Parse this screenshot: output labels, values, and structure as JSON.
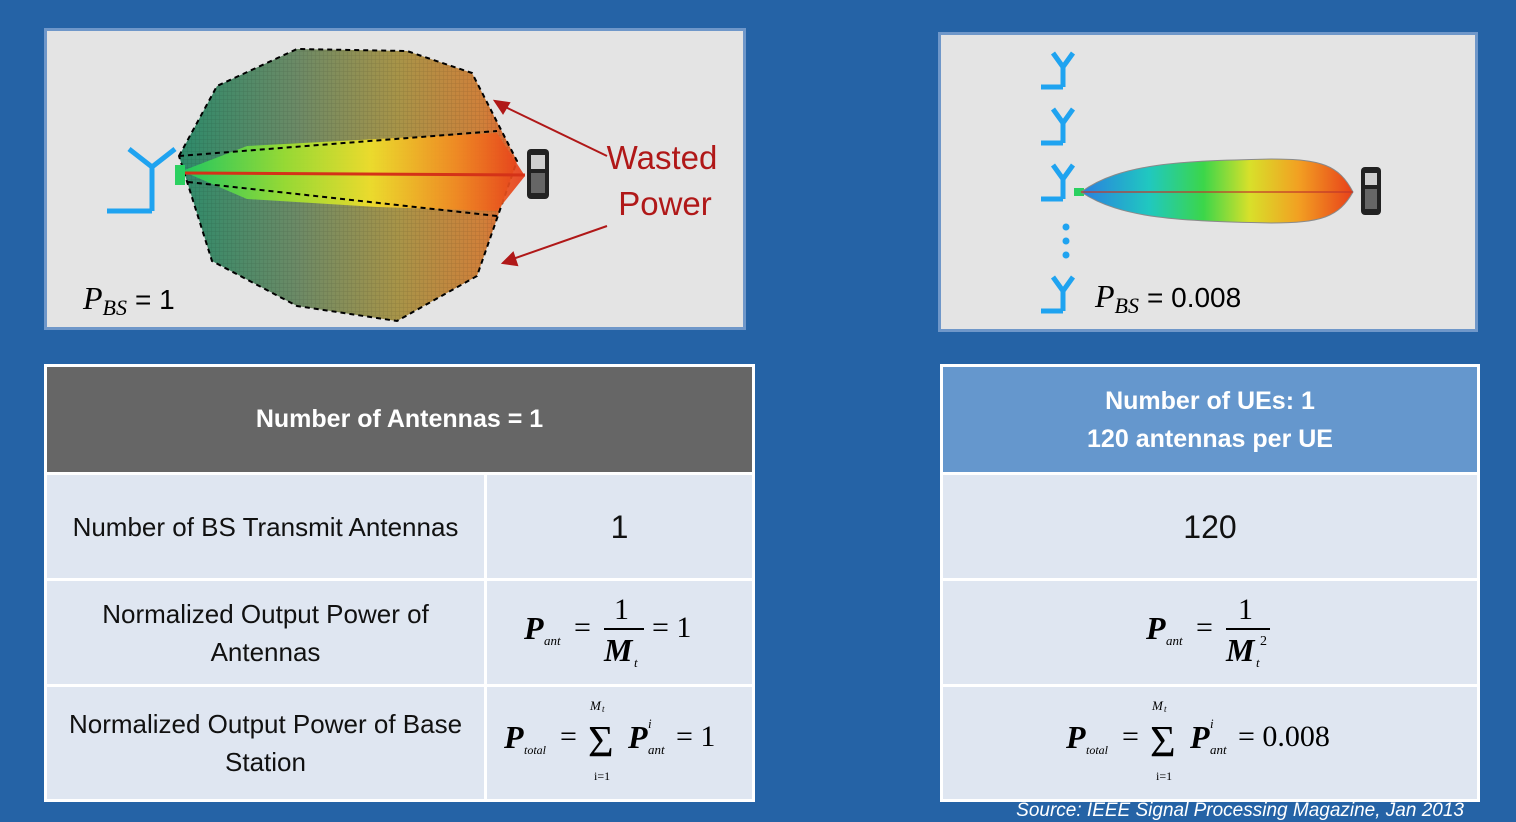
{
  "colors": {
    "background": "#2563a6",
    "panel": "#e4e4e4",
    "panel_border": "#6f97c9",
    "antenna": "#1fa3f0",
    "annotation": "#b01818",
    "left_header": "#666666",
    "right_header": "#6597cd",
    "cell": "#dfe6f1"
  },
  "left_panel": {
    "annotation_line1": "Wasted",
    "annotation_line2": "Power",
    "power_label_symbol": "P",
    "power_label_sub": "BS",
    "power_label_value": "= 1",
    "icons": [
      "antenna-icon",
      "mobile-phone-icon"
    ]
  },
  "right_panel": {
    "power_label_symbol": "P",
    "power_label_sub": "BS",
    "power_label_value": "= 0.008",
    "icons": [
      "antenna-icon",
      "antenna-icon",
      "antenna-icon",
      "antenna-icon",
      "mobile-phone-icon"
    ]
  },
  "left_table": {
    "header": "Number of Antennas = 1",
    "rows": [
      {
        "label": "Number of BS Transmit Antennas",
        "value": "1"
      },
      {
        "label": "Normalized Output Power of Antennas",
        "value": "P_ant = 1/M_t = 1"
      },
      {
        "label": "Normalized Output Power of Base Station",
        "value": "P_total = Σ_{i=1}^{M_t} P_ant^i = 1"
      }
    ]
  },
  "right_table": {
    "header_line1": "Number of UEs: 1",
    "header_line2": "120 antennas per UE",
    "rows": [
      {
        "value": "120"
      },
      {
        "value": "P_ant = 1/M_t^2"
      },
      {
        "value": "P_total = Σ_{i=1}^{M_t} P_ant^i = 0.008"
      }
    ]
  },
  "source": "Source: IEEE Signal Processing Magazine, Jan 2013"
}
